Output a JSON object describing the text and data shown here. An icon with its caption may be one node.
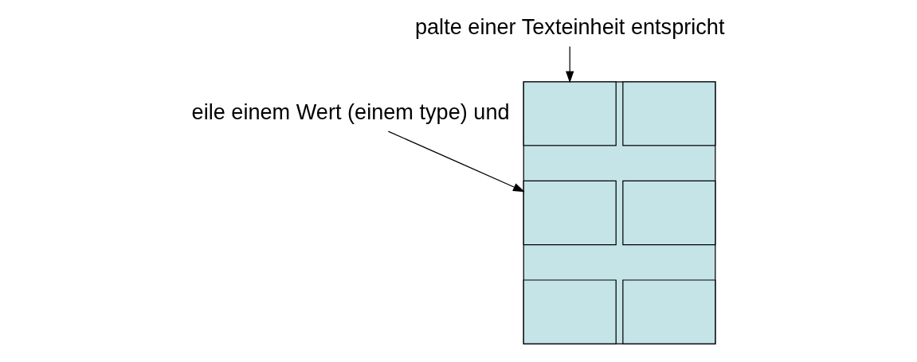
{
  "diagram": {
    "nodes": [
      {
        "text": [
          "eile einem Wert (einem type) und"
        ]
      },
      {
        "text": [
          "palte einer Texteinheit entspricht"
        ]
      },
      {
        "text": [],
        "shape": "box"
      },
      {
        "text": [],
        "shape": "box",
        "in": 2
      },
      {
        "text": [],
        "shape": "box",
        "in": 2
      },
      {
        "text": [],
        "shape": "box",
        "in": 2
      },
      {
        "text": [],
        "shape": "box",
        "in": 2
      },
      {
        "text": [],
        "shape": "box",
        "in": 2
      },
      {
        "text": [],
        "shape": "box",
        "in": 2
      }
    ],
    "edges": [
      {
        "from": 0,
        "to": 5,
        "arrow": "to"
      },
      {
        "from": 1,
        "to": 3,
        "arrow": "to"
      }
    ]
  }
}
